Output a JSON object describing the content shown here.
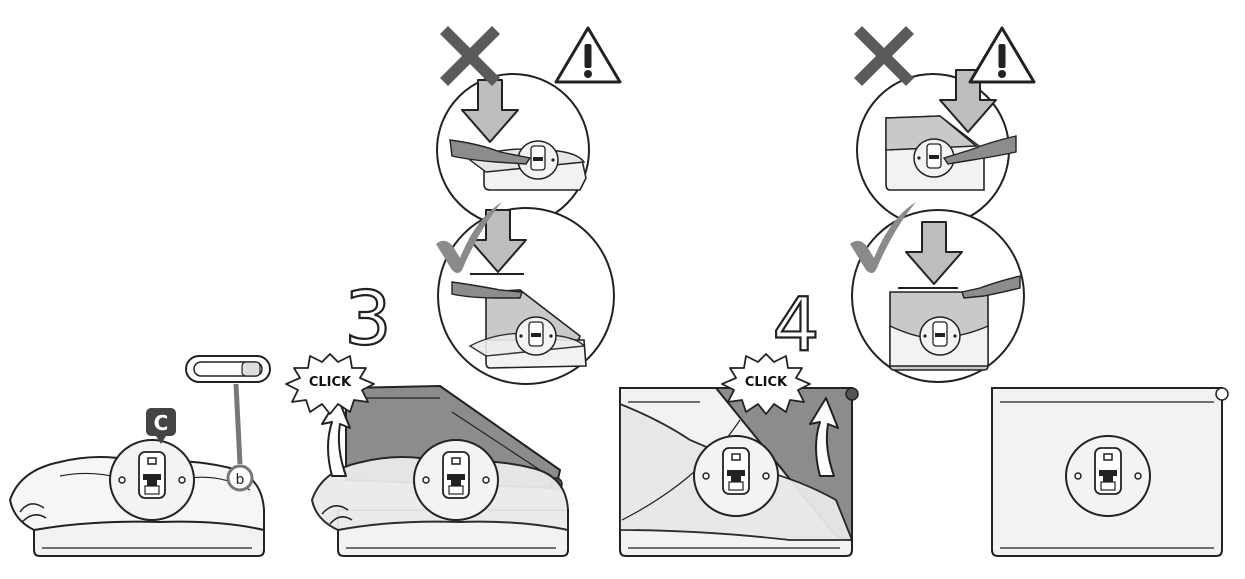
{
  "figure": {
    "step_labels": {
      "step3": "3",
      "step4": "4"
    },
    "click_text": {
      "left": "CLICK",
      "right": "CLICK"
    },
    "badge_letter": "C",
    "slot_letter": "b"
  },
  "colors": {
    "outline": "#222222",
    "light_fill": "#efefef",
    "mid_fill": "#c9c9c9",
    "dark_fill": "#8c8c8c",
    "wrong_mark": "#5a5a5a",
    "right_mark": "#8a8a8a",
    "arrow_fill": "#bdbdbd"
  },
  "icons": [
    "cross-icon",
    "warning-icon",
    "checkmark-icon",
    "down-arrow-icon",
    "curved-up-arrow-icon",
    "click-burst-icon"
  ]
}
